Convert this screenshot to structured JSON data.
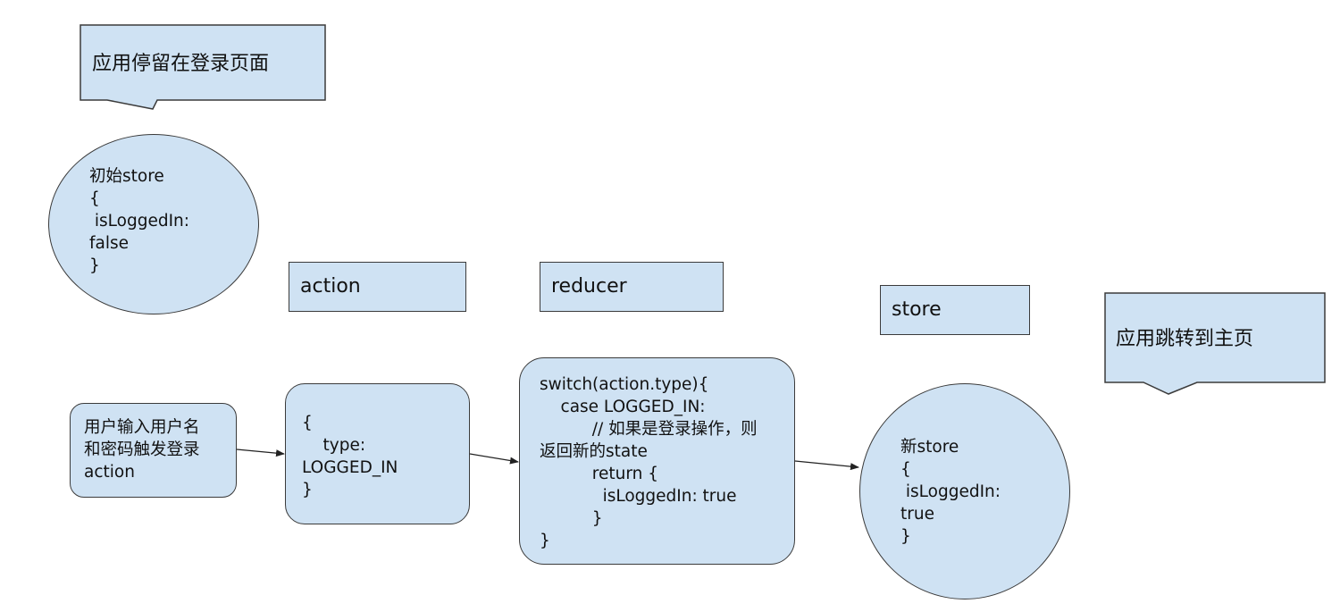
{
  "callouts": {
    "login_page": "应用停留在登录页面",
    "home_page": "应用跳转到主页"
  },
  "headers": {
    "action": "action",
    "reducer": "reducer",
    "store": "store"
  },
  "nodes": {
    "initial_store": "初始store\n{\n isLoggedIn:\nfalse\n}",
    "user_input": "用户输入用户名\n和密码触发登录\naction",
    "action_object": "{\n    type:\nLOGGED_IN\n}",
    "reducer_code": "switch(action.type){\n    case LOGGED_IN:\n          // 如果是登录操作，则\n返回新的state\n          return {\n            isLoggedIn: true\n          }\n}",
    "new_store": "新store\n{\n isLoggedIn:\ntrue\n}"
  },
  "colors": {
    "shape_fill": "#cfe2f3",
    "stroke": "#3b3b3b"
  }
}
